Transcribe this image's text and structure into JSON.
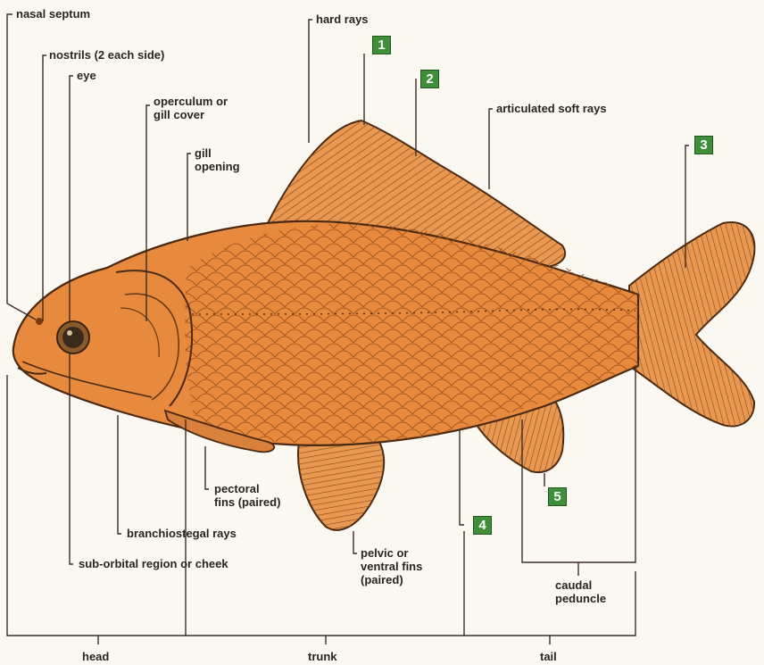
{
  "labels": {
    "nasal_septum": "nasal septum",
    "nostrils": "nostrils (2 each side)",
    "eye": "eye",
    "operculum": "operculum or\ngill cover",
    "gill_opening": "gill\nopening",
    "hard_rays": "hard rays",
    "articulated_soft_rays": "articulated soft rays",
    "pectoral_fins": "pectoral\nfins (paired)",
    "branchiostegal_rays": "branchiostegal rays",
    "sub_orbital": "sub-orbital region or cheek",
    "pelvic_fins": "pelvic or\nventral fins\n(paired)",
    "caudal_peduncle": "caudal\npeduncle",
    "head": "head",
    "trunk": "trunk",
    "tail": "tail"
  },
  "markers": [
    "1",
    "2",
    "3",
    "4",
    "5"
  ],
  "colors": {
    "body": "#e88a3e",
    "body_dark": "#b85f1f",
    "fin": "#e99852",
    "outline": "#4a2a12",
    "marker": "#3f8f3a",
    "line": "#3a2e25"
  }
}
